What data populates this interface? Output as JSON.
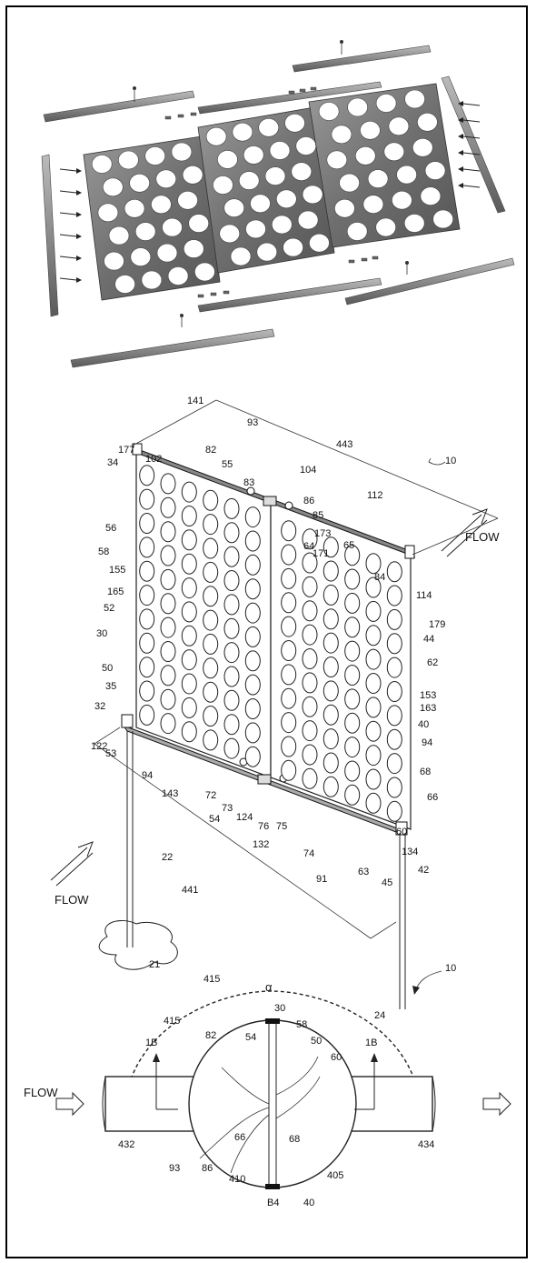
{
  "fig1": {},
  "fig2": {
    "labels": {
      "l141": "141",
      "l93": "93",
      "l443": "443",
      "l177": "177",
      "l102": "102",
      "l82": "82",
      "l55": "55",
      "l104": "104",
      "l10": "10",
      "l34": "34",
      "l83": "83",
      "l86": "86",
      "l112": "112",
      "l85": "85",
      "l56": "56",
      "l173": "173",
      "l64": "64",
      "l65": "65",
      "l58": "58",
      "l155": "155",
      "l171": "171",
      "l84": "84",
      "l165": "165",
      "l52": "52",
      "l114": "114",
      "l30": "30",
      "l179": "179",
      "l44": "44",
      "l62": "62",
      "l50": "50",
      "l35": "35",
      "l153": "153",
      "l163": "163",
      "l32": "32",
      "l40": "40",
      "l122": "122",
      "l53": "53",
      "l94a": "94",
      "l94b": "94",
      "l143": "143",
      "l72": "72",
      "l73": "73",
      "l68": "68",
      "l54": "54",
      "l124": "124",
      "l76": "76",
      "l75": "75",
      "l66": "66",
      "l132": "132",
      "l74": "74",
      "l60": "60",
      "l91": "91",
      "l63": "63",
      "l134": "134",
      "l42": "42",
      "l45": "45",
      "l22": "22",
      "l441": "441",
      "l21": "21",
      "l415": "415",
      "l24": "24"
    },
    "flow_top": "FLOW",
    "flow_bottom": "FLOW"
  },
  "fig3": {
    "alpha": "α",
    "labels": {
      "l10": "10",
      "l30": "30",
      "l415": "415",
      "l82": "82",
      "l54": "54",
      "l58": "58",
      "l1B_left": "1B",
      "l1B_right": "1B",
      "l50": "50",
      "l60": "60",
      "flow": "FLOW",
      "l66": "66",
      "l68": "68",
      "l432": "432",
      "l93": "93",
      "l86": "86",
      "l410": "410",
      "l84": "B4",
      "l40": "40",
      "l405": "405",
      "l434": "434"
    }
  }
}
